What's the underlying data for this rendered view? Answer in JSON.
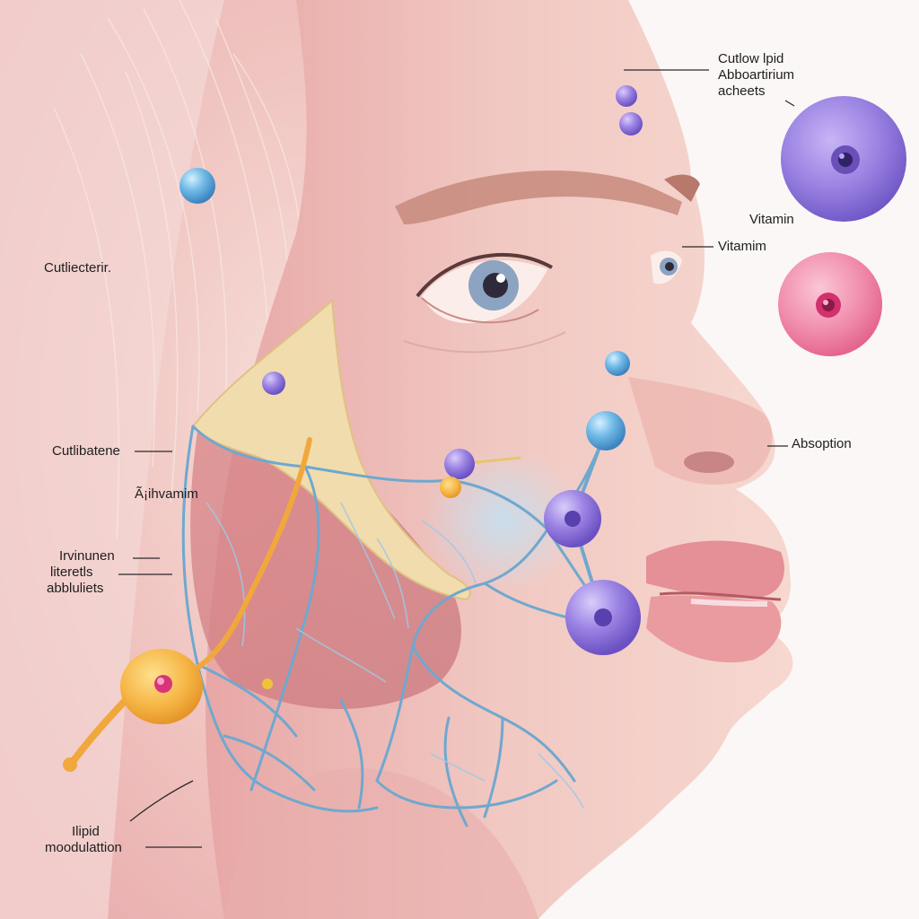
{
  "labels": {
    "top_right": [
      "Cutlow lpid",
      "Abboartirium",
      "acheets"
    ],
    "vitamin_1": "Vitamin",
    "vitamin_2": "Vitamim",
    "absorption": "Absoption",
    "left_1": "Cutliecterir.",
    "left_2": "Cutlibatene",
    "left_3": "Ã¡ihvamim",
    "left_4": [
      "Irvinunen",
      "literetls",
      "abbluliets"
    ],
    "bottom_left": [
      "Ilipid",
      "moodulattion"
    ]
  },
  "colors": {
    "skin_light": "#f3d2cc",
    "skin_mid": "#e7a9a6",
    "skin_dark": "#c9787c",
    "lipid_layer": "#f2dcae",
    "nerve_blue": "#6fa8cf",
    "purple_cell": "#8a6fd8",
    "pink_cell": "#ec6f9a",
    "orange_cell": "#f0a83c",
    "label_text": "#1e1e1e"
  },
  "icons": [
    "purple-cell-icon",
    "pink-cell-icon",
    "orange-neuron-icon",
    "blue-molecule-icon"
  ]
}
